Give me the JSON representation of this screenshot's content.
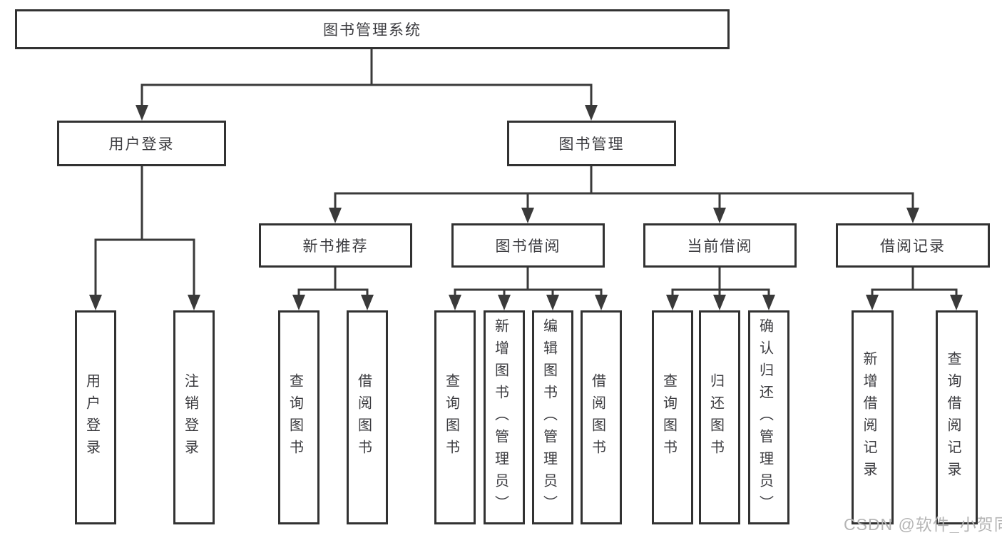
{
  "diagram": {
    "root": {
      "label": "图书管理系统"
    },
    "branches": {
      "user_login": {
        "label": "用户登录",
        "children": [
          {
            "label": "用户登录"
          },
          {
            "label": "注销登录"
          }
        ]
      },
      "book_management": {
        "label": "图书管理",
        "sections": [
          {
            "label": "新书推荐",
            "children": [
              {
                "label": "查询图书"
              },
              {
                "label": "借阅图书"
              }
            ]
          },
          {
            "label": "图书借阅",
            "children": [
              {
                "label": "查询图书"
              },
              {
                "label": "新增图书（管理员）"
              },
              {
                "label": "编辑图书（管理员）"
              },
              {
                "label": "借阅图书"
              }
            ]
          },
          {
            "label": "当前借阅",
            "children": [
              {
                "label": "查询图书"
              },
              {
                "label": "归还图书"
              },
              {
                "label": "确认归还（管理员）"
              }
            ]
          },
          {
            "label": "借阅记录",
            "children": [
              {
                "label": "新增借阅记录"
              },
              {
                "label": "查询借阅记录"
              }
            ]
          }
        ]
      }
    },
    "line_color": "#3a3a3a",
    "text_color": "#3c3c40"
  },
  "watermark": {
    "text": "CSDN @软件_小贺同学"
  }
}
